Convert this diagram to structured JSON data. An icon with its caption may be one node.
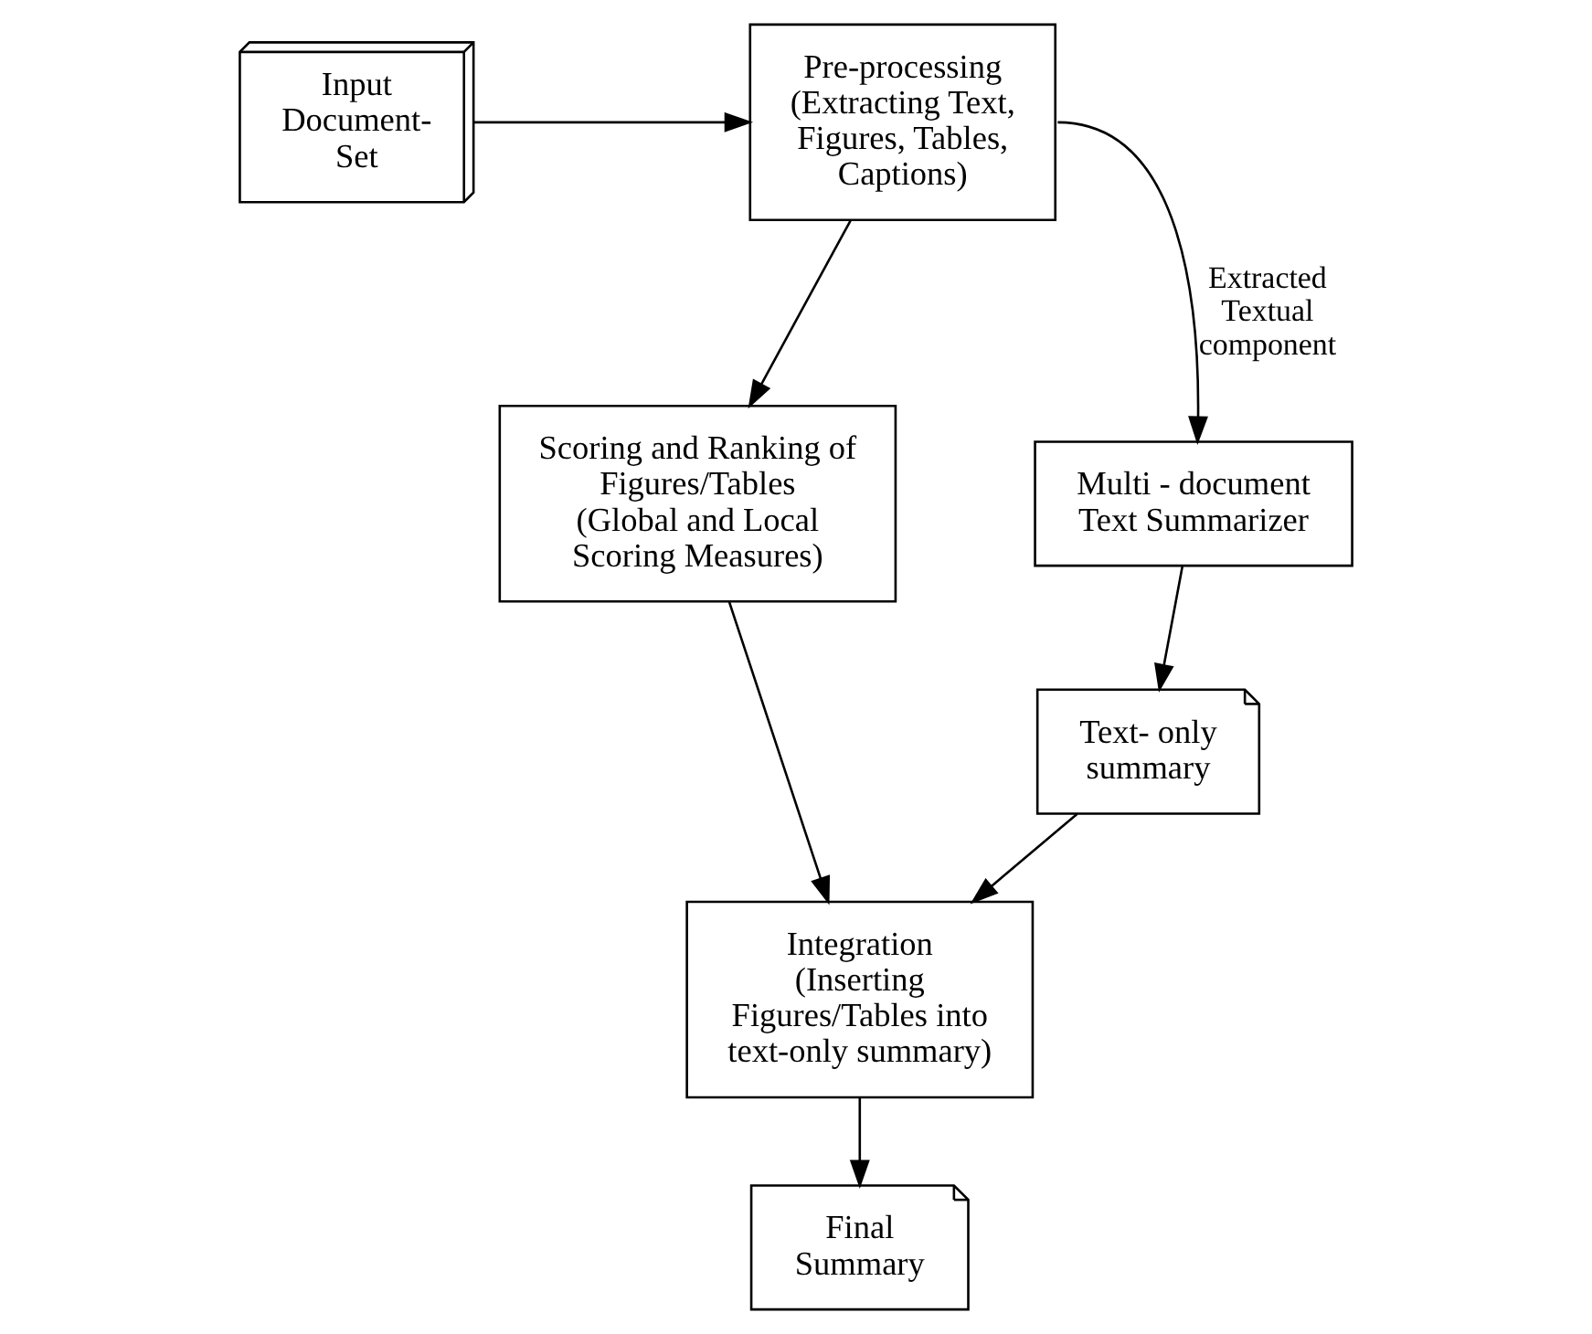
{
  "diagram": {
    "nodes": [
      {
        "text": [
          "Input Document-Set"
        ]
      },
      {
        "text": [
          "Pre-processing",
          "(Extracting Text, Figures, Tables, Captions)"
        ]
      },
      {
        "text": [
          "Multi - document Text Summarizer"
        ]
      },
      {
        "text": [
          "Text- only summary"
        ]
      },
      {
        "text": [
          "Scoring and Ranking of Figures/Tables",
          "(Global and Local Scoring Measures)"
        ]
      },
      {
        "text": [
          "Integration",
          "(Inserting Figures/Tables into text-only summary)"
        ]
      },
      {
        "text": [
          "Final Summary"
        ]
      }
    ],
    "edges": [
      {
        "from": 0,
        "to": 1,
        "arrow": "to"
      },
      {
        "from": 1,
        "to": 2,
        "arrow": "to",
        "label": "Extracted Textual component"
      },
      {
        "from": 1,
        "to": 4,
        "arrow": "to"
      },
      {
        "from": 2,
        "to": 3,
        "arrow": "to"
      },
      {
        "from": 4,
        "to": 5,
        "arrow": "to"
      },
      {
        "from": 3,
        "to": 5,
        "arrow": "to"
      },
      {
        "from": 5,
        "to": 6,
        "arrow": "to"
      }
    ]
  }
}
